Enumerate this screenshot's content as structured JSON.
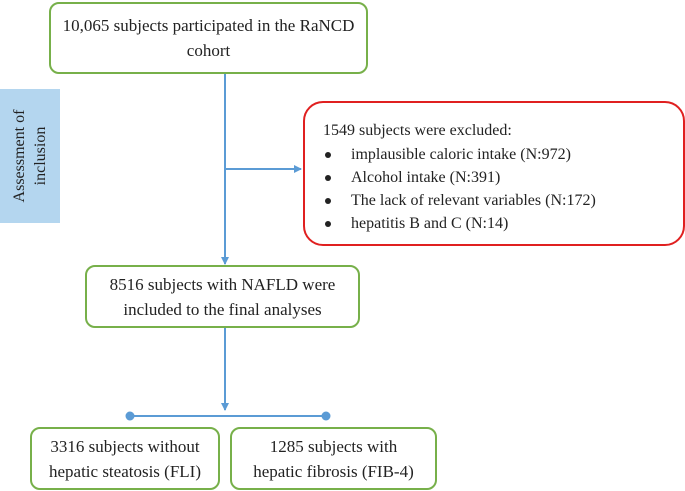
{
  "colors": {
    "box_border": "#77b04a",
    "exclusion_border": "#e02020",
    "connector": "#5b9bd5",
    "stage_label_fill": "#b4d6ef"
  },
  "stage_label": {
    "line1": "Assessment of",
    "line2": "inclusion"
  },
  "boxes": {
    "top": {
      "line1": "10,065 subjects participated in the RaNCD",
      "line2": "cohort"
    },
    "excluded": {
      "heading": "1549 subjects were excluded:",
      "items": [
        "implausible caloric intake (N:972)",
        "Alcohol intake (N:391)",
        "The lack of relevant variables (N:172)",
        "hepatitis B and C (N:14)"
      ]
    },
    "middle": {
      "line1": "8516 subjects with NAFLD were",
      "line2": "included to the final analyses"
    },
    "left": {
      "line1": "3316 subjects without",
      "line2": "hepatic steatosis (FLI)"
    },
    "right": {
      "line1": "1285 subjects with",
      "line2": "hepatic fibrosis (FIB-4)"
    }
  }
}
